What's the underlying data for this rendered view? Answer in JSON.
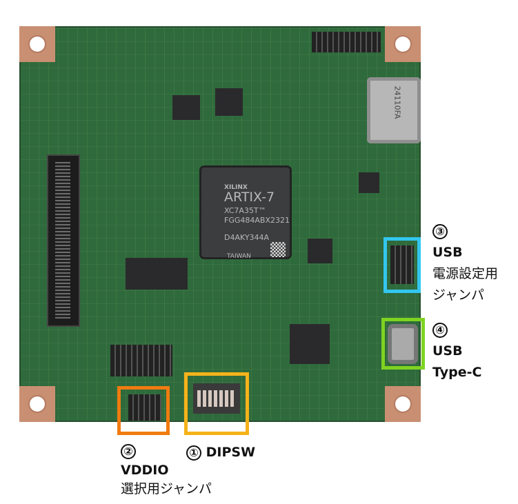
{
  "photo": {
    "fpga": {
      "brand": "XILINX",
      "family": "ARTIX-7",
      "part": "XC7A35T™",
      "package": "FGG484ABX2321",
      "lot": "D4AKY344A",
      "origin": "TAIWAN"
    },
    "usb_connector_marking": "24110FA"
  },
  "annotations": [
    {
      "number": "①",
      "title": "DIPSW",
      "color": "#f5b21a"
    },
    {
      "number": "②",
      "title": "VDDIO",
      "subtitle": "選択用ジャンパ",
      "color": "#f07b10"
    },
    {
      "number": "③",
      "title": "USB",
      "subtitle": "電源設定用",
      "subtitle2": "ジャンパ",
      "color": "#33c6f0"
    },
    {
      "number": "④",
      "title": "USB",
      "subtitle": "Type-C",
      "color": "#7ed321"
    }
  ]
}
